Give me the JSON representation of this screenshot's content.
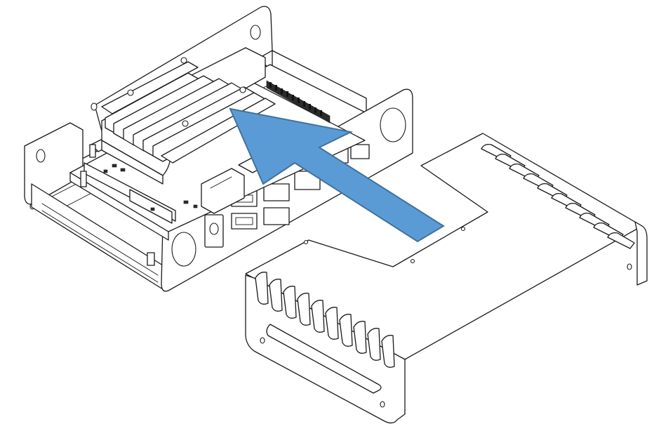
{
  "diagram": {
    "components": [
      "enclosure-base",
      "carrier-board",
      "heatsink",
      "enclosure-lid",
      "insertion-arrow"
    ],
    "colors": {
      "arrow_fill": "#5b9bd5",
      "arrow_stroke": "#41719c",
      "line": "#1a1a1a",
      "background": "#ffffff"
    }
  }
}
